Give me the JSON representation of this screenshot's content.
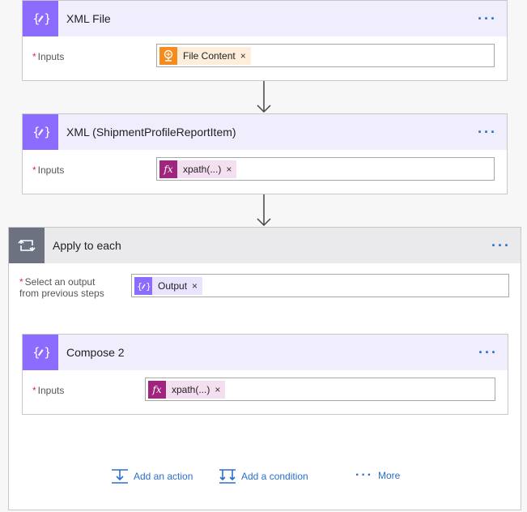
{
  "steps": [
    {
      "title": "XML File",
      "input_label": "Inputs",
      "token": {
        "label": "File Content",
        "icon": "ftp-icon"
      }
    },
    {
      "title": "XML (ShipmentProfileReportItem)",
      "input_label": "Inputs",
      "token": {
        "label": "xpath(...)",
        "icon": "fx-icon"
      }
    }
  ],
  "loop": {
    "title": "Apply to each",
    "input_label_line1": "Select an output",
    "input_label_line2": "from previous steps",
    "token": {
      "label": "Output",
      "icon": "compose-icon"
    },
    "inner": {
      "title": "Compose 2",
      "input_label": "Inputs",
      "token": {
        "label": "xpath(...)",
        "icon": "fx-icon"
      }
    },
    "actions": {
      "add_action": "Add an action",
      "add_condition": "Add a condition",
      "more": "More"
    }
  },
  "required_marker": "*",
  "more_dots": "···",
  "fx_glyph": "fx",
  "token_remove": "×",
  "colors": {
    "compose_purple": "#8c6cff",
    "header_lavender": "#f0edfd",
    "loop_gray": "#6c7280",
    "ftp_orange": "#f58a1f",
    "expression_magenta": "#a0257e",
    "link_blue": "#2a6fc9"
  }
}
